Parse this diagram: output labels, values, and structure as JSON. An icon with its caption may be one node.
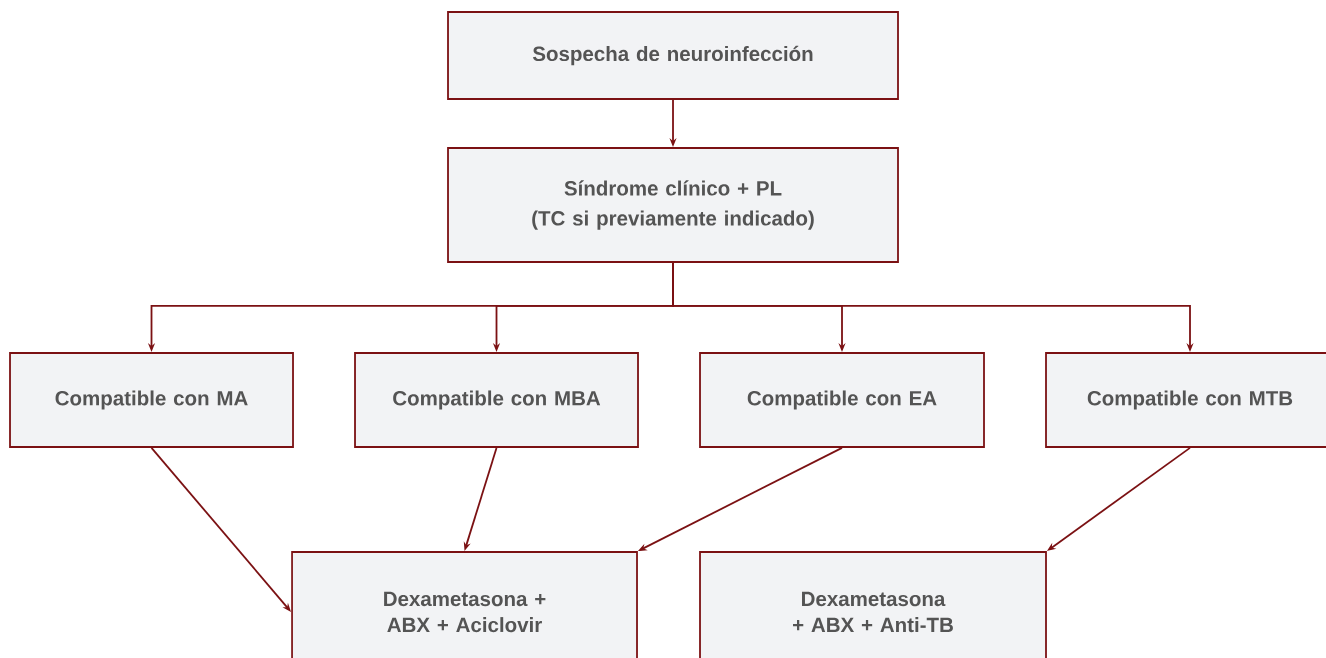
{
  "diagram": {
    "nodes": [
      {
        "text": [
          "Sospecha de neuroinfección"
        ]
      },
      {
        "text": [
          "Síndrome clínico + PL",
          "(TC si previamente indicado)"
        ]
      },
      {
        "text": [
          "Compatible con MA"
        ]
      },
      {
        "text": [
          "Compatible con MBA"
        ]
      },
      {
        "text": [
          "Compatible con EA"
        ]
      },
      {
        "text": [
          "Compatible con MTB"
        ]
      },
      {
        "text": [
          "Dexametasona + ABX + Aciclovir"
        ]
      },
      {
        "text": [
          "Dexametasona + ABX + Anti-TB"
        ]
      }
    ],
    "edges": [
      {
        "from": 0,
        "to": 1,
        "arrow": "to"
      },
      {
        "from": 1,
        "to": 2,
        "arrow": "to"
      },
      {
        "from": 1,
        "to": 3,
        "arrow": "to"
      },
      {
        "from": 1,
        "to": 4,
        "arrow": "to"
      },
      {
        "from": 1,
        "to": 5,
        "arrow": "to"
      },
      {
        "from": 2,
        "to": 6,
        "arrow": "to"
      },
      {
        "from": 3,
        "to": 6,
        "arrow": "to"
      },
      {
        "from": 4,
        "to": 6,
        "arrow": "to"
      },
      {
        "from": 5,
        "to": 7,
        "arrow": "to"
      }
    ]
  }
}
